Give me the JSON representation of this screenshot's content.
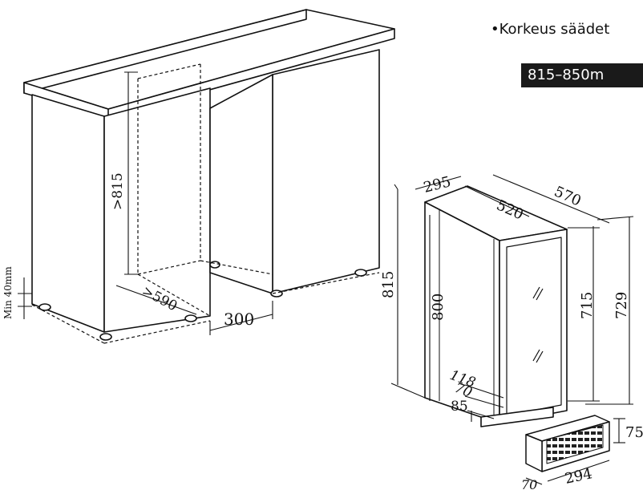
{
  "header": {
    "note": "•Korkeus säädet",
    "height_range": "815–850m"
  },
  "cabinet": {
    "min_gap": "Min 40mm",
    "height_opening": ">815",
    "depth_opening": ">590",
    "width_opening": "300"
  },
  "appliance": {
    "width": "295",
    "depth_total": "570",
    "depth_body": "520",
    "height_total": "815",
    "height_body": "800",
    "door_height": "715",
    "side_height": "729",
    "dim_118": "118",
    "dim_70_upper": "70",
    "dim_85": "85"
  },
  "plinth": {
    "height": "75",
    "width": "294",
    "depth": "70"
  }
}
